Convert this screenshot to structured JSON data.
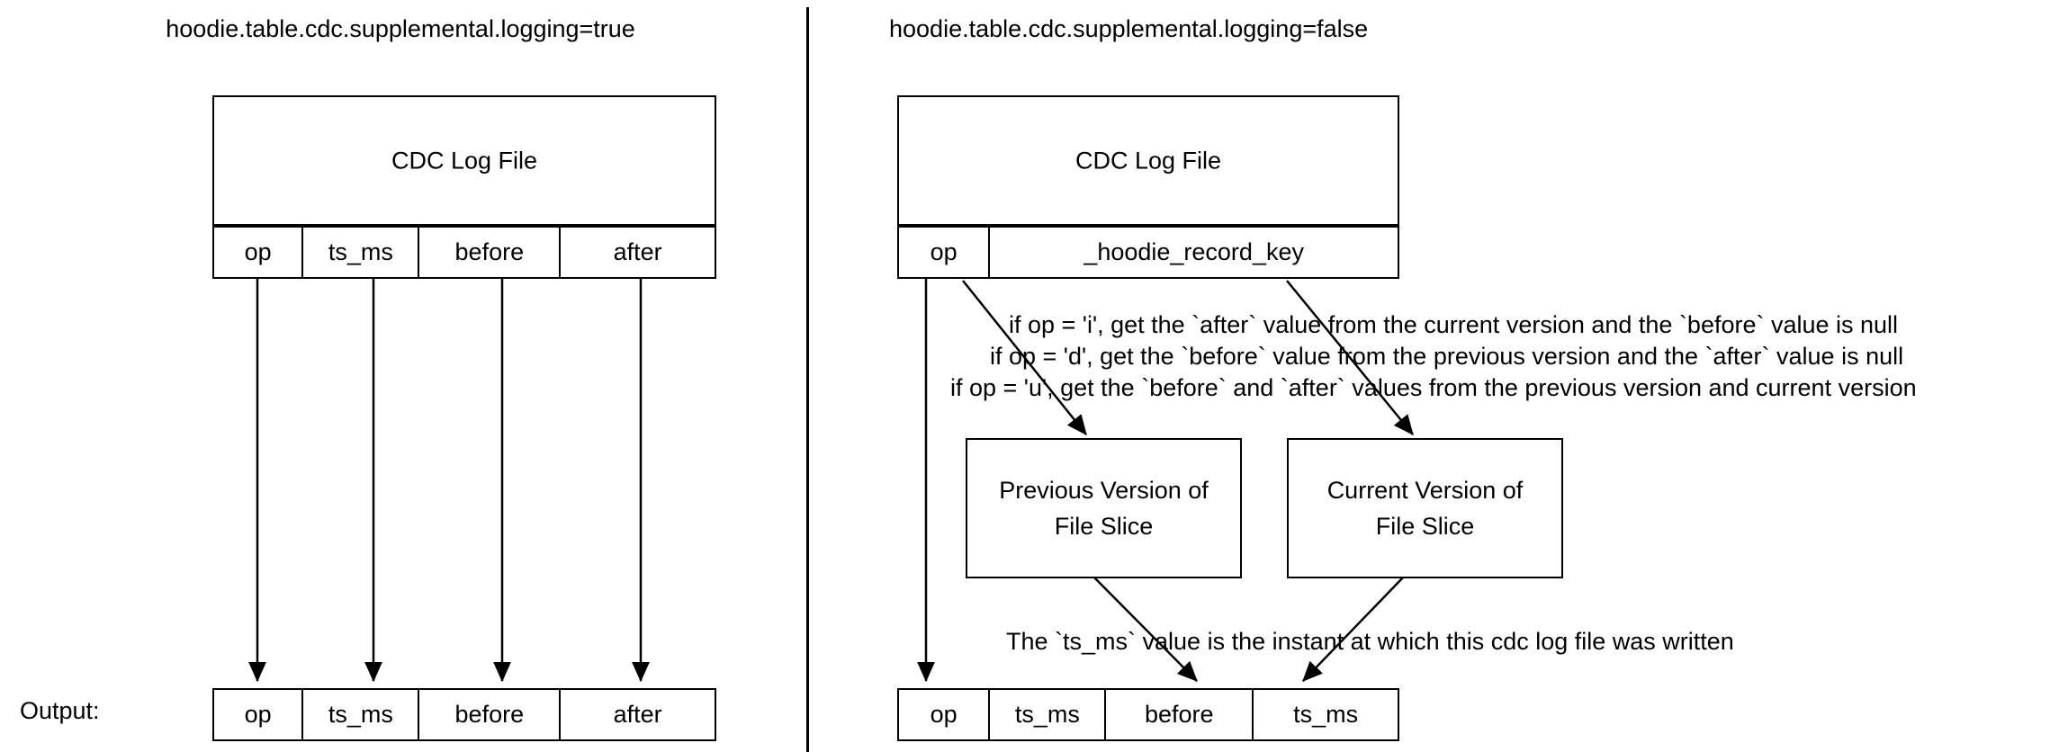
{
  "diagram": {
    "type": "flow-diagram",
    "title_left": "hoodie.table.cdc.supplemental.logging=true",
    "title_right": "hoodie.table.cdc.supplemental.logging=false",
    "output_label": "Output:"
  },
  "left": {
    "title": "hoodie.table.cdc.supplemental.logging=true",
    "cdc_box_label": "CDC Log File",
    "columns": [
      "op",
      "ts_ms",
      "before",
      "after"
    ],
    "output_columns": [
      "op",
      "ts_ms",
      "before",
      "after"
    ]
  },
  "right": {
    "title": "hoodie.table.cdc.supplemental.logging=false",
    "cdc_box_label": "CDC Log File",
    "columns": [
      "op",
      "_hoodie_record_key"
    ],
    "rules": [
      "if op = 'i', get the `after` value from the current version and the `before` value is null",
      "if op = 'd', get the `before` value from the previous version  and the `after` value is null",
      "if op = 'u', get the `before` and `after` values from the previous version and current version"
    ],
    "version_boxes": [
      {
        "line1": "Previous Version of",
        "line2": "File Slice"
      },
      {
        "line1": "Current Version of",
        "line2": "File Slice"
      }
    ],
    "ts_ms_note": "The `ts_ms` value is the instant at which this cdc log file was written",
    "output_columns": [
      "op",
      "ts_ms",
      "before",
      "ts_ms"
    ]
  },
  "style": {
    "stroke": "#000000",
    "background": "#ffffff"
  }
}
